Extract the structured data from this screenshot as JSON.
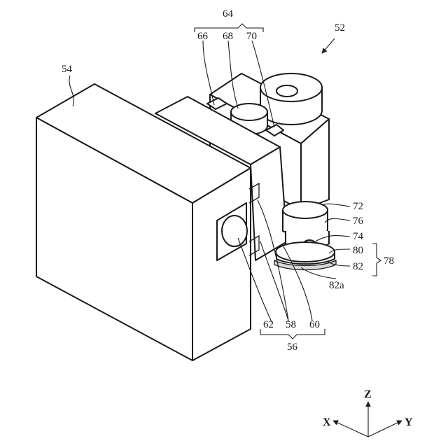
{
  "labels": {
    "l52": "52",
    "l54": "54",
    "l64": "64",
    "l66": "66",
    "l68": "68",
    "l70": "70",
    "l72": "72",
    "l76": "76",
    "l74": "74",
    "l80": "80",
    "l82": "82",
    "l82a": "82a",
    "l78": "78",
    "l62": "62",
    "l58": "58",
    "l60": "60",
    "l56": "56"
  },
  "axes": {
    "z": "Z",
    "x": "X",
    "y": "Y"
  }
}
